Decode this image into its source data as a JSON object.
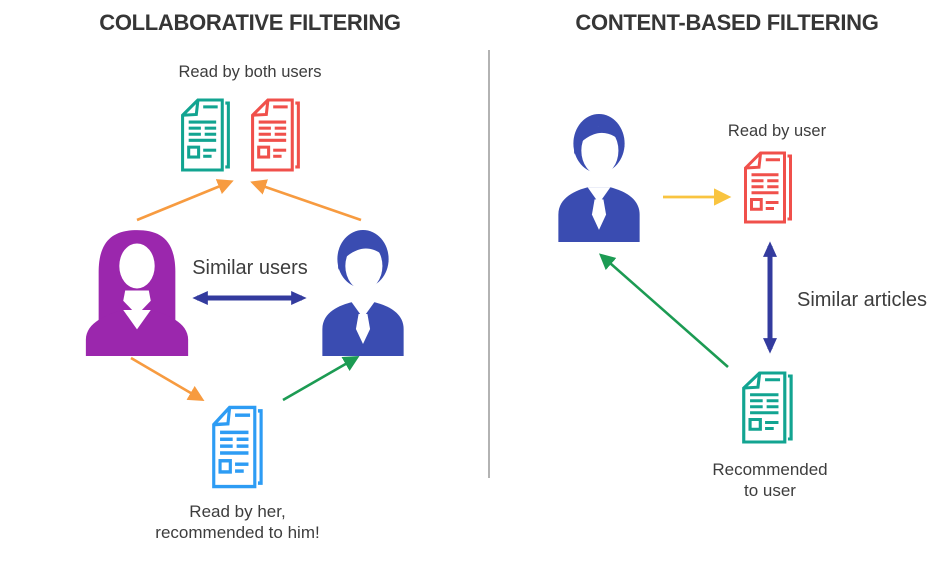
{
  "diagram": {
    "left_panel": {
      "title": "COLLABORATIVE FILTERING",
      "read_by_both": "Read by both users",
      "similar_users": "Similar users",
      "read_by_her": "Read by her,\nrecommended to him!"
    },
    "right_panel": {
      "title": "CONTENT-BASED FILTERING",
      "read_by_user": "Read by user",
      "similar_articles": "Similar articles",
      "recommended_to_user": "Recommended\nto user"
    },
    "icons": [
      {
        "name": "woman-user-icon",
        "shape": "female-silhouette",
        "color": "#9B27AD"
      },
      {
        "name": "man-user-icon-left",
        "shape": "male-silhouette",
        "color": "#3A4CB1"
      },
      {
        "name": "man-user-icon-right",
        "shape": "male-silhouette",
        "color": "#3A4CB1"
      },
      {
        "name": "article-icon-teal-left",
        "shape": "document-outline",
        "color": "#12A491"
      },
      {
        "name": "article-icon-red-left",
        "shape": "document-outline",
        "color": "#F0504B"
      },
      {
        "name": "article-icon-blue",
        "shape": "document-outline",
        "color": "#2D9CF4"
      },
      {
        "name": "article-icon-red-right",
        "shape": "document-outline",
        "color": "#F0504B"
      },
      {
        "name": "article-icon-teal-right",
        "shape": "document-outline",
        "color": "#12A491"
      }
    ],
    "arrows": [
      {
        "name": "woman-to-read-docs-arrow",
        "color": "#F79B40",
        "heads": "single"
      },
      {
        "name": "man-to-read-docs-arrow",
        "color": "#F79B40",
        "heads": "single"
      },
      {
        "name": "similar-users-arrow",
        "color": "#333B9E",
        "heads": "double"
      },
      {
        "name": "woman-to-blue-article-arrow",
        "color": "#F79B40",
        "heads": "single"
      },
      {
        "name": "blue-article-to-man-arrow",
        "color": "#1C9B53",
        "heads": "single"
      },
      {
        "name": "user-to-read-article-arrow",
        "color": "#F9C440",
        "heads": "single"
      },
      {
        "name": "similar-articles-arrow",
        "color": "#333B9E",
        "heads": "double"
      },
      {
        "name": "recommended-article-to-user-arrow",
        "color": "#1C9B53",
        "heads": "single"
      }
    ],
    "colors": {
      "background": "#FFFFFF",
      "divider": "#B3B3B3",
      "text": "#3D3D3D",
      "purple_user": "#9B27AD",
      "blue_user": "#3A4CB1",
      "teal_article": "#12A491",
      "red_article": "#F0504B",
      "blue_article": "#2D9CF4",
      "navy_arrow": "#333B9E",
      "orange_arrow": "#F79B40",
      "yellow_arrow": "#F9C440",
      "green_arrow": "#1C9B53"
    }
  }
}
